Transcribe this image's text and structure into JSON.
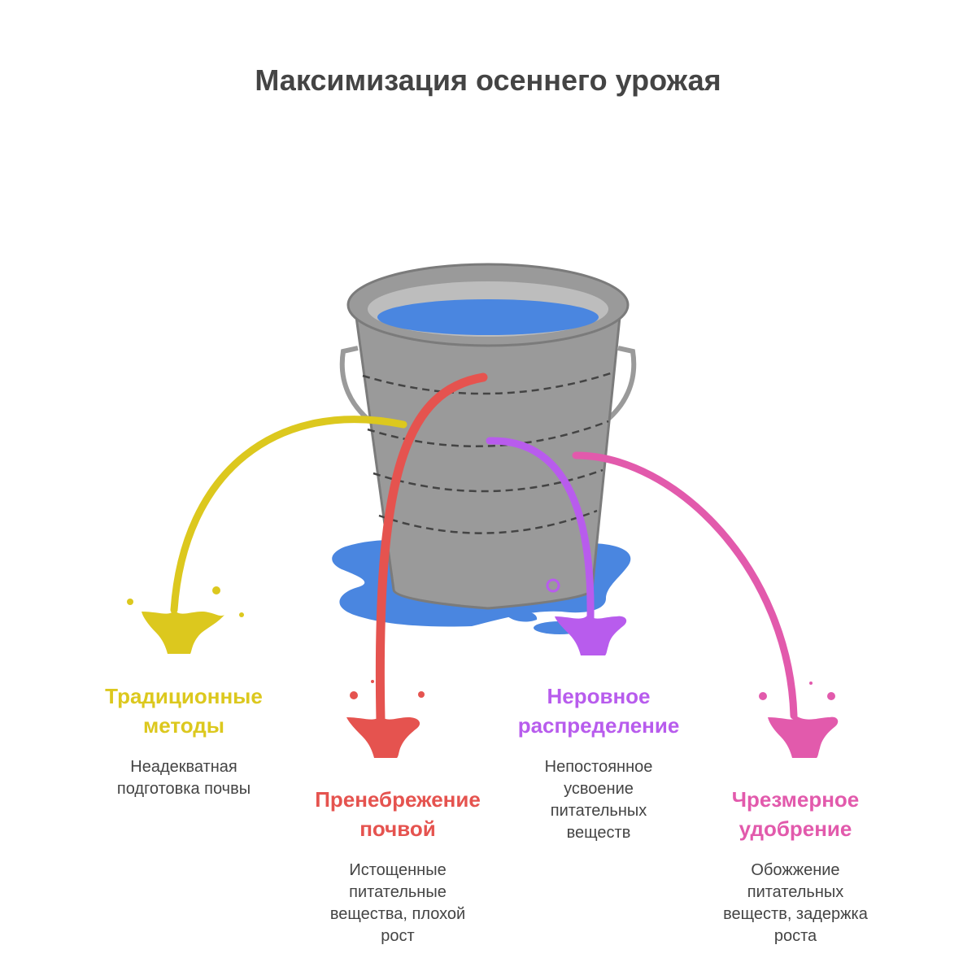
{
  "title": "Максимизация осеннего урожая",
  "colors": {
    "bucket": "#9a9a9a",
    "bucket_stroke": "#7b7b7b",
    "water": "#4a86e0",
    "yellow": "#dcc81e",
    "red": "#e5534f",
    "purple": "#b85ced",
    "pink": "#e25aac"
  },
  "items": [
    {
      "heading": "Традиционные\nметоды",
      "description": "Неадекватная\nподготовка почвы",
      "color": "#dcc81e"
    },
    {
      "heading": "Пренебрежение\nпочвой",
      "description": "Истощенные\nпитательные\nвещества, плохой\nрост",
      "color": "#e5534f"
    },
    {
      "heading": "Неровное\nраспределение",
      "description": "Непостоянное\nусвоение\nпитательных\nвеществ",
      "color": "#b85ced"
    },
    {
      "heading": "Чрезмерное\nудобрение",
      "description": "Обожжение\nпитательных\nвеществ, задержка\nроста",
      "color": "#e25aac"
    }
  ]
}
